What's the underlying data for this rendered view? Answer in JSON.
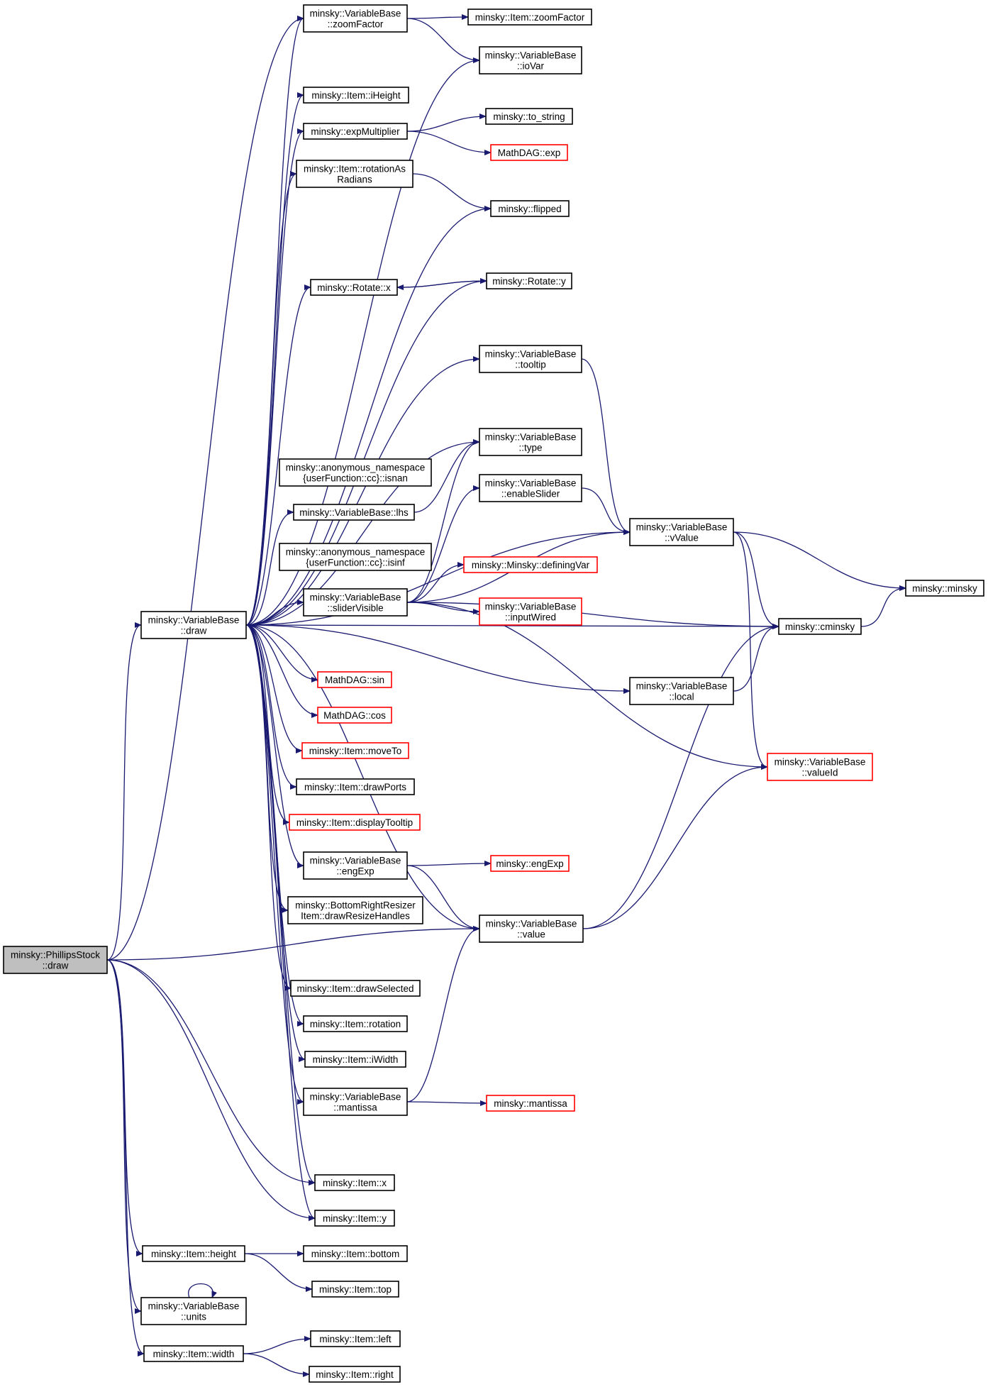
{
  "colors": {
    "edge": "#191970",
    "node_border": "#000000",
    "external_border": "#ff0000",
    "highlight_fill": "#bfbfbf",
    "node_fill": "#ffffff"
  },
  "nodes": [
    {
      "id": "phillips",
      "lines": [
        "minsky::PhillipsStock",
        "::draw"
      ],
      "style": "highlight"
    },
    {
      "id": "vb_draw",
      "lines": [
        "minsky::VariableBase",
        "::draw"
      ],
      "style": "normal"
    },
    {
      "id": "vb_zoom",
      "lines": [
        "minsky::VariableBase",
        "::zoomFactor"
      ],
      "style": "normal"
    },
    {
      "id": "item_zoom",
      "lines": [
        "minsky::Item::zoomFactor"
      ],
      "style": "normal"
    },
    {
      "id": "vb_iovar",
      "lines": [
        "minsky::VariableBase",
        "::ioVar"
      ],
      "style": "normal"
    },
    {
      "id": "iheight",
      "lines": [
        "minsky::Item::iHeight"
      ],
      "style": "normal"
    },
    {
      "id": "expmul",
      "lines": [
        "minsky::expMultiplier"
      ],
      "style": "normal"
    },
    {
      "id": "to_string",
      "lines": [
        "minsky::to_string"
      ],
      "style": "normal"
    },
    {
      "id": "mathdag_exp",
      "lines": [
        "MathDAG::exp"
      ],
      "style": "external"
    },
    {
      "id": "rotrad",
      "lines": [
        "minsky::Item::rotationAs",
        "Radians"
      ],
      "style": "normal"
    },
    {
      "id": "flipped",
      "lines": [
        "minsky::flipped"
      ],
      "style": "normal"
    },
    {
      "id": "rot_x",
      "lines": [
        "minsky::Rotate::x"
      ],
      "style": "normal"
    },
    {
      "id": "rot_y",
      "lines": [
        "minsky::Rotate::y"
      ],
      "style": "normal"
    },
    {
      "id": "tooltip",
      "lines": [
        "minsky::VariableBase",
        "::tooltip"
      ],
      "style": "normal"
    },
    {
      "id": "vtype",
      "lines": [
        "minsky::VariableBase",
        "::type"
      ],
      "style": "normal"
    },
    {
      "id": "isnan",
      "lines": [
        "minsky::anonymous_namespace",
        "{userFunction::cc}::isnan"
      ],
      "style": "normal"
    },
    {
      "id": "enableslider",
      "lines": [
        "minsky::VariableBase",
        "::enableSlider"
      ],
      "style": "normal"
    },
    {
      "id": "lhs",
      "lines": [
        "minsky::VariableBase::lhs"
      ],
      "style": "normal"
    },
    {
      "id": "vvalue",
      "lines": [
        "minsky::VariableBase",
        "::vValue"
      ],
      "style": "normal"
    },
    {
      "id": "isinf",
      "lines": [
        "minsky::anonymous_namespace",
        "{userFunction::cc}::isinf"
      ],
      "style": "normal"
    },
    {
      "id": "definingvar",
      "lines": [
        "minsky::Minsky::definingVar"
      ],
      "style": "external"
    },
    {
      "id": "minsky_minsky",
      "lines": [
        "minsky::minsky"
      ],
      "style": "normal"
    },
    {
      "id": "slidervis",
      "lines": [
        "minsky::VariableBase",
        "::sliderVisible"
      ],
      "style": "normal"
    },
    {
      "id": "inputwired",
      "lines": [
        "minsky::VariableBase",
        "::inputWired"
      ],
      "style": "external"
    },
    {
      "id": "cminsky",
      "lines": [
        "minsky::cminsky"
      ],
      "style": "normal"
    },
    {
      "id": "sin",
      "lines": [
        "MathDAG::sin"
      ],
      "style": "external"
    },
    {
      "id": "local",
      "lines": [
        "minsky::VariableBase",
        "::local"
      ],
      "style": "normal"
    },
    {
      "id": "cos",
      "lines": [
        "MathDAG::cos"
      ],
      "style": "external"
    },
    {
      "id": "moveto",
      "lines": [
        "minsky::Item::moveTo"
      ],
      "style": "external"
    },
    {
      "id": "valueid",
      "lines": [
        "minsky::VariableBase",
        "::valueId"
      ],
      "style": "external"
    },
    {
      "id": "drawports",
      "lines": [
        "minsky::Item::drawPorts"
      ],
      "style": "normal"
    },
    {
      "id": "disptooltip",
      "lines": [
        "minsky::Item::displayTooltip"
      ],
      "style": "external"
    },
    {
      "id": "engexp_vb",
      "lines": [
        "minsky::VariableBase",
        "::engExp"
      ],
      "style": "normal"
    },
    {
      "id": "engexp",
      "lines": [
        "minsky::engExp"
      ],
      "style": "external"
    },
    {
      "id": "resize",
      "lines": [
        "minsky::BottomRightResizer",
        "Item::drawResizeHandles"
      ],
      "style": "normal"
    },
    {
      "id": "value",
      "lines": [
        "minsky::VariableBase",
        "::value"
      ],
      "style": "normal"
    },
    {
      "id": "drawsel",
      "lines": [
        "minsky::Item::drawSelected"
      ],
      "style": "normal"
    },
    {
      "id": "rotation",
      "lines": [
        "minsky::Item::rotation"
      ],
      "style": "normal"
    },
    {
      "id": "iwidth",
      "lines": [
        "minsky::Item::iWidth"
      ],
      "style": "normal"
    },
    {
      "id": "mantissa_vb",
      "lines": [
        "minsky::VariableBase",
        "::mantissa"
      ],
      "style": "normal"
    },
    {
      "id": "mantissa",
      "lines": [
        "minsky::mantissa"
      ],
      "style": "external"
    },
    {
      "id": "item_x",
      "lines": [
        "minsky::Item::x"
      ],
      "style": "normal"
    },
    {
      "id": "item_y",
      "lines": [
        "minsky::Item::y"
      ],
      "style": "normal"
    },
    {
      "id": "height",
      "lines": [
        "minsky::Item::height"
      ],
      "style": "normal"
    },
    {
      "id": "bottom",
      "lines": [
        "minsky::Item::bottom"
      ],
      "style": "normal"
    },
    {
      "id": "top",
      "lines": [
        "minsky::Item::top"
      ],
      "style": "normal"
    },
    {
      "id": "units",
      "lines": [
        "minsky::VariableBase",
        "::units"
      ],
      "style": "normal"
    },
    {
      "id": "width",
      "lines": [
        "minsky::Item::width"
      ],
      "style": "normal"
    },
    {
      "id": "left",
      "lines": [
        "minsky::Item::left"
      ],
      "style": "normal"
    },
    {
      "id": "right",
      "lines": [
        "minsky::Item::right"
      ],
      "style": "normal"
    }
  ],
  "edges": [
    [
      "phillips",
      "vb_draw"
    ],
    [
      "phillips",
      "vb_zoom"
    ],
    [
      "phillips",
      "value"
    ],
    [
      "phillips",
      "item_x"
    ],
    [
      "phillips",
      "item_y"
    ],
    [
      "phillips",
      "height"
    ],
    [
      "phillips",
      "units"
    ],
    [
      "phillips",
      "width"
    ],
    [
      "vb_draw",
      "vb_zoom"
    ],
    [
      "vb_draw",
      "vb_iovar"
    ],
    [
      "vb_draw",
      "iheight"
    ],
    [
      "vb_draw",
      "expmul"
    ],
    [
      "vb_draw",
      "rotrad"
    ],
    [
      "vb_draw",
      "flipped"
    ],
    [
      "vb_draw",
      "rot_x"
    ],
    [
      "vb_draw",
      "rot_y"
    ],
    [
      "vb_draw",
      "cminsky"
    ],
    [
      "vb_draw",
      "tooltip"
    ],
    [
      "vb_draw",
      "vvalue"
    ],
    [
      "vb_draw",
      "vtype"
    ],
    [
      "vb_draw",
      "lhs"
    ],
    [
      "vb_draw",
      "slidervis"
    ],
    [
      "vb_draw",
      "local"
    ],
    [
      "vb_draw",
      "sin"
    ],
    [
      "vb_draw",
      "cos"
    ],
    [
      "vb_draw",
      "moveto"
    ],
    [
      "vb_draw",
      "drawports"
    ],
    [
      "vb_draw",
      "disptooltip"
    ],
    [
      "vb_draw",
      "engexp_vb"
    ],
    [
      "vb_draw",
      "resize"
    ],
    [
      "vb_draw",
      "value"
    ],
    [
      "vb_draw",
      "drawsel"
    ],
    [
      "vb_draw",
      "rotation"
    ],
    [
      "vb_draw",
      "iwidth"
    ],
    [
      "vb_draw",
      "mantissa_vb"
    ],
    [
      "vb_draw",
      "item_x"
    ],
    [
      "vb_draw",
      "item_y"
    ],
    [
      "vb_zoom",
      "item_zoom"
    ],
    [
      "vb_zoom",
      "vb_iovar"
    ],
    [
      "expmul",
      "to_string"
    ],
    [
      "expmul",
      "mathdag_exp"
    ],
    [
      "rotrad",
      "flipped"
    ],
    [
      "rot_x",
      "rot_y"
    ],
    [
      "rot_y",
      "rot_x"
    ],
    [
      "tooltip",
      "vvalue"
    ],
    [
      "lhs",
      "vtype"
    ],
    [
      "slidervis",
      "vtype"
    ],
    [
      "slidervis",
      "enableslider"
    ],
    [
      "slidervis",
      "vvalue"
    ],
    [
      "slidervis",
      "definingvar"
    ],
    [
      "slidervis",
      "inputwired"
    ],
    [
      "slidervis",
      "cminsky"
    ],
    [
      "slidervis",
      "valueid"
    ],
    [
      "enableslider",
      "vvalue"
    ],
    [
      "vvalue",
      "minsky_minsky"
    ],
    [
      "vvalue",
      "cminsky"
    ],
    [
      "vvalue",
      "valueid"
    ],
    [
      "cminsky",
      "minsky_minsky"
    ],
    [
      "local",
      "cminsky"
    ],
    [
      "engexp_vb",
      "engexp"
    ],
    [
      "engexp_vb",
      "value"
    ],
    [
      "value",
      "cminsky"
    ],
    [
      "value",
      "valueid"
    ],
    [
      "mantissa_vb",
      "value"
    ],
    [
      "mantissa_vb",
      "mantissa"
    ],
    [
      "height",
      "bottom"
    ],
    [
      "height",
      "top"
    ],
    [
      "units",
      "units"
    ],
    [
      "width",
      "left"
    ],
    [
      "width",
      "right"
    ]
  ]
}
